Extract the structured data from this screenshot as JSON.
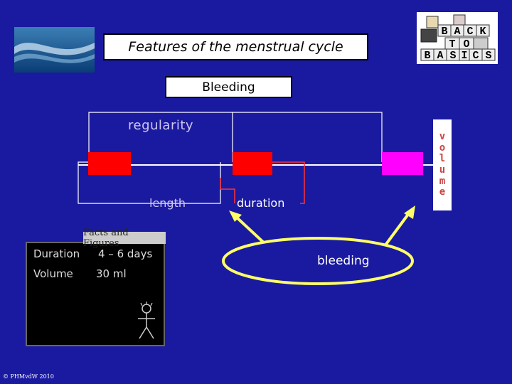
{
  "title": "Features of the menstrual cycle",
  "subtitle": "Bleeding",
  "labels": {
    "regularity": "regularity",
    "length": "length",
    "duration": "duration",
    "bleeding": "bleeding"
  },
  "volume_letters": [
    "v",
    "o",
    "l",
    "u",
    "m",
    "e"
  ],
  "facts": {
    "header": "Facts and Figures",
    "rows": [
      {
        "label": "Duration",
        "value": "4 – 6 days"
      },
      {
        "label": "Volume",
        "value": "30 ml"
      }
    ]
  },
  "logo_blocks": [
    "B",
    "A",
    "C",
    "K",
    "T",
    "O",
    "B",
    "A",
    "S",
    "I",
    "C",
    "S"
  ],
  "copyright": "© PHMvdW 2010",
  "colors": {
    "background": "#1a1aa0",
    "period_block": "#ff0000",
    "next_block": "#ff00ff",
    "arrow": "#ffff66",
    "bracket": "#ff3333"
  }
}
